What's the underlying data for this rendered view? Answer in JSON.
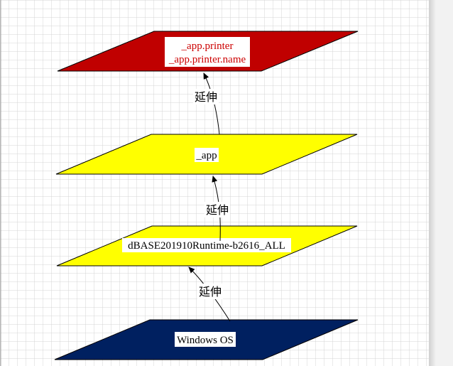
{
  "layers": [
    {
      "id": "printer",
      "lines": [
        "_app.printer",
        "_app.printer.name"
      ],
      "fill": "#c00000",
      "text_color": "#cc0000"
    },
    {
      "id": "app",
      "lines": [
        "_app"
      ],
      "fill": "#ffff00",
      "text_color": "#000000"
    },
    {
      "id": "runtime",
      "lines": [
        "dBASE201910Runtime-b2616_ALL"
      ],
      "fill": "#ffff00",
      "text_color": "#000000"
    },
    {
      "id": "os",
      "lines": [
        "Windows OS"
      ],
      "fill": "#002060",
      "text_color": "#000000"
    }
  ],
  "edges": [
    {
      "from": "app",
      "to": "printer",
      "label": "延伸"
    },
    {
      "from": "runtime",
      "to": "app",
      "label": "延伸"
    },
    {
      "from": "os",
      "to": "runtime",
      "label": "延伸"
    }
  ],
  "colors": {
    "grid": "#d4d4d4",
    "background": "#ffffff",
    "arrow": "#000000"
  }
}
